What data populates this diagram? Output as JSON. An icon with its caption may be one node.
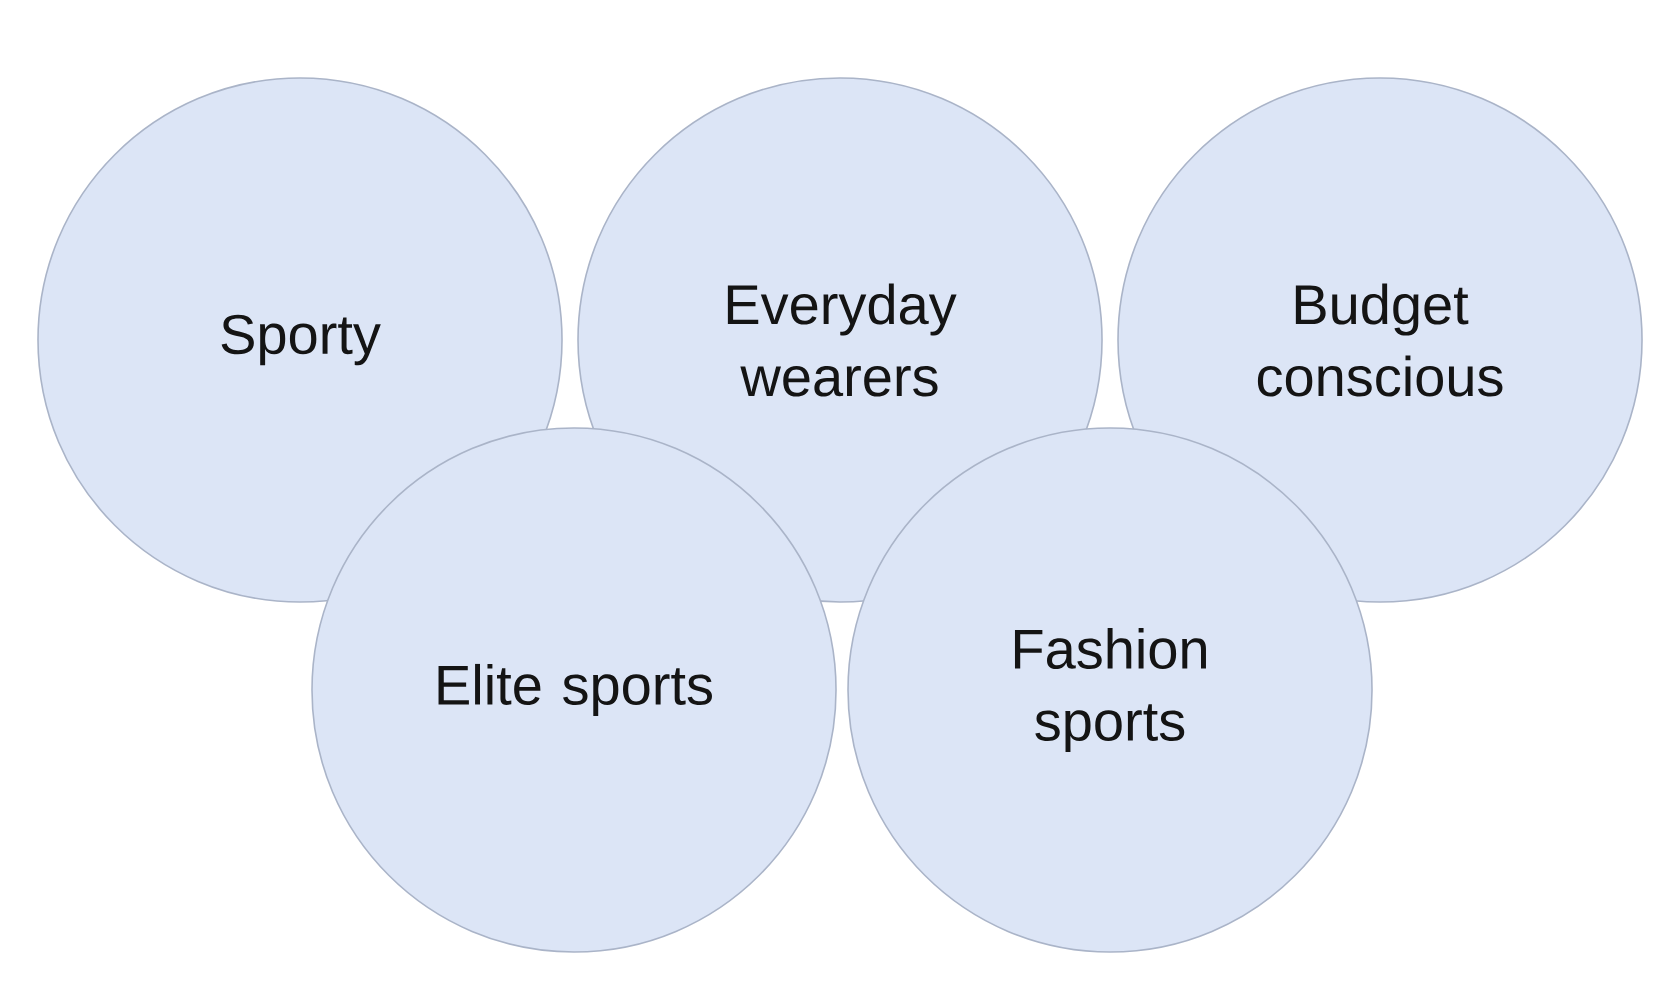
{
  "diagram": {
    "nodes": [
      {
        "text": [
          "Sporty"
        ]
      },
      {
        "text": [
          "Everyday wearers"
        ]
      },
      {
        "text": [
          "Budget conscious"
        ]
      },
      {
        "text": [
          "Elite sports"
        ]
      },
      {
        "text": [
          "Fashion sports"
        ]
      }
    ]
  }
}
